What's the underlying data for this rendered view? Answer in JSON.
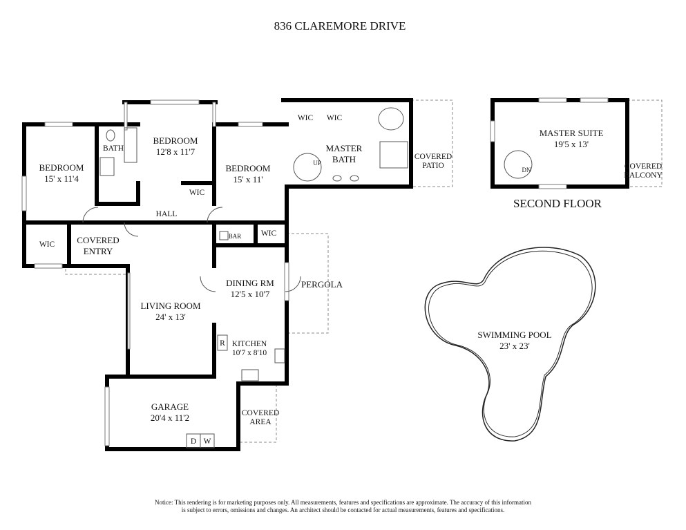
{
  "title": "836 CLAREMORE DRIVE",
  "rooms": {
    "bedroom_left": {
      "name": "BEDROOM",
      "dims": "15' x 11'4"
    },
    "bath": {
      "name": "BATH"
    },
    "bedroom_mid": {
      "name": "BEDROOM",
      "dims": "12'8 x 11'7"
    },
    "bedroom_right": {
      "name": "BEDROOM",
      "dims": "15' x 11'"
    },
    "master_bath": {
      "name_line1": "MASTER",
      "name_line2": "BATH"
    },
    "covered_patio": {
      "line1": "COVERED",
      "line2": "PATIO"
    },
    "hall": {
      "name": "HALL"
    },
    "wic_left": {
      "name": "WIC"
    },
    "wic_mid": {
      "name": "WIC"
    },
    "wic_right": {
      "name": "WIC"
    },
    "wic_master1": {
      "name": "WIC"
    },
    "wic_master2": {
      "name": "WIC"
    },
    "covered_entry": {
      "line1": "COVERED",
      "line2": "ENTRY"
    },
    "bar": {
      "name": "BAR"
    },
    "dining": {
      "name": "DINING RM",
      "dims": "12'5 x 10'7"
    },
    "pergola": {
      "name": "PERGOLA"
    },
    "living": {
      "name": "LIVING ROOM",
      "dims": "24' x 13'"
    },
    "kitchen": {
      "name": "KITCHEN",
      "dims": "10'7 x 8'10"
    },
    "garage": {
      "name": "GARAGE",
      "dims": "20'4 x 11'2"
    },
    "covered_area": {
      "line1": "COVERED",
      "line2": "AREA"
    },
    "master_suite": {
      "name": "MASTER SUITE",
      "dims": "19'5 x 13'"
    },
    "covered_balcony": {
      "line1": "COVERED",
      "line2": "BALCONY"
    },
    "pool": {
      "name": "SWIMMING POOL",
      "dims": "23' x 23'"
    }
  },
  "symbols": {
    "up": "UP",
    "dn": "DN",
    "refrigerator": "R",
    "dryer": "D",
    "washer": "W"
  },
  "second_floor_label": "SECOND FLOOR",
  "notice": {
    "line1": "Notice: This rendering is for marketing purposes only. All measurements, features and specifications are approximate. The accuracy of this information",
    "line2": "is subject to errors, omissions and changes. An architect should be contacted for actual measurements, features and specifications."
  }
}
